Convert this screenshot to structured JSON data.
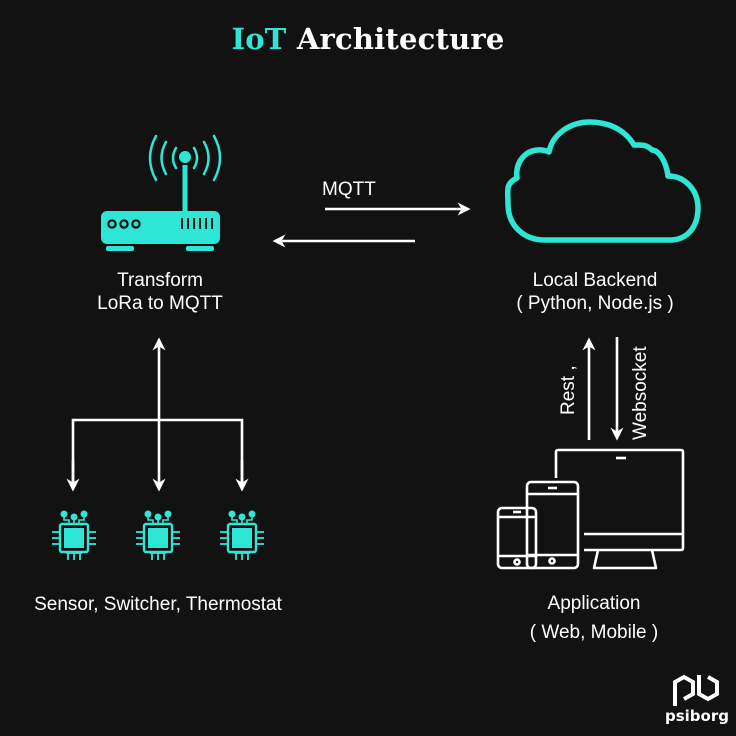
{
  "title": {
    "accent": "IoT",
    "rest": "Architecture"
  },
  "colors": {
    "background": "#121212",
    "accent": "#2ee6d6",
    "foreground": "#ffffff"
  },
  "nodes": {
    "gateway": {
      "icon": "router-icon",
      "line1": "Transform",
      "line2": "LoRa to MQTT"
    },
    "backend": {
      "icon": "cloud-icon",
      "line1": "Local Backend",
      "line2": "( Python, Node.js )"
    },
    "devices": {
      "icon": "chip-icon",
      "count": 3,
      "label": "Sensor, Switcher, Thermostat"
    },
    "application": {
      "icon": "devices-icon",
      "line1": "Application",
      "line2": "( Web, Mobile )"
    }
  },
  "connections": {
    "gateway_backend": {
      "label": "MQTT"
    },
    "backend_app": {
      "up_label": "Rest ,",
      "down_label": "Websocket"
    }
  },
  "brand": {
    "name": "psiborg",
    "icon": "pb-logo-icon"
  }
}
